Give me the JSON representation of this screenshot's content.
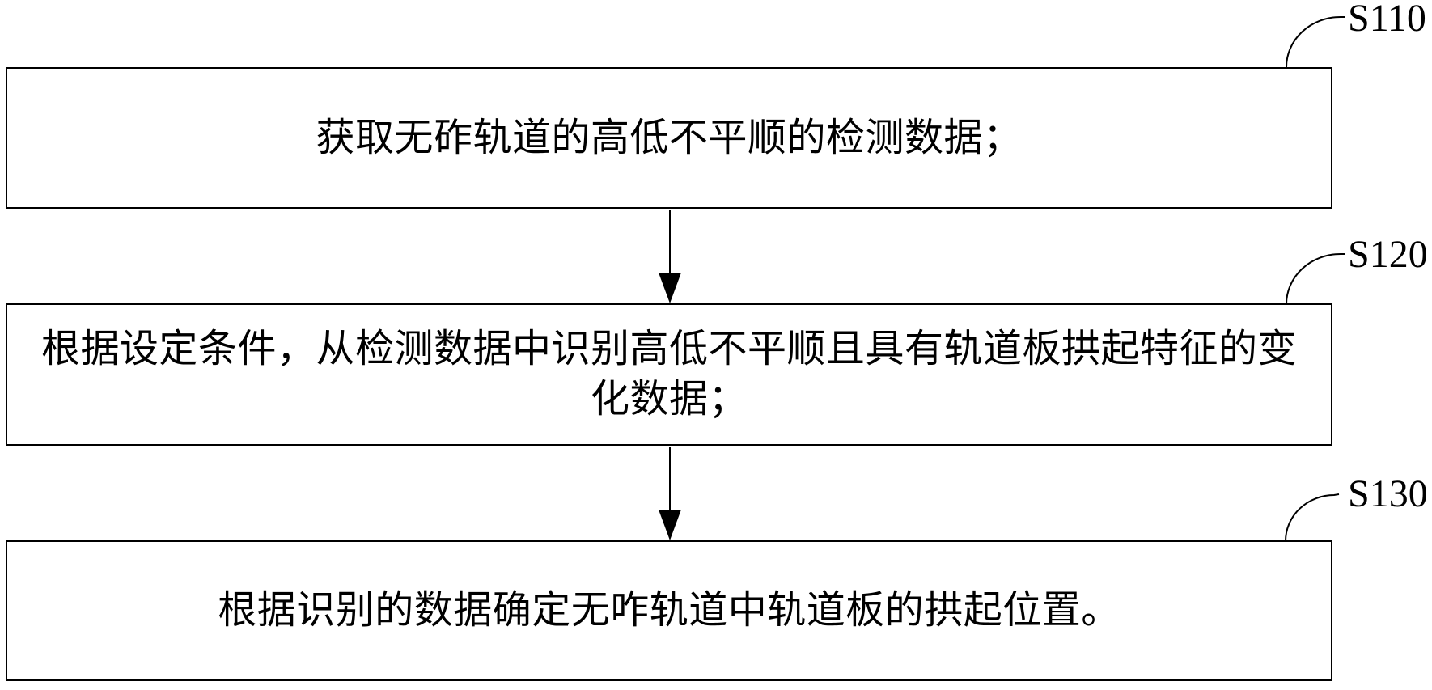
{
  "colors": {
    "background": "#ffffff",
    "line": "#000000",
    "text": "#000000"
  },
  "steps": [
    {
      "label": "S110",
      "line1": "获取无砟轨道的高低不平顺的检测数据；"
    },
    {
      "label": "S120",
      "line1": "根据设定条件，从检测数据中识别高低不平顺且具有轨道板拱起特征的变",
      "line2": "化数据；"
    },
    {
      "label": "S130",
      "line1": "根据识别的数据确定无咋轨道中轨道板的拱起位置。"
    }
  ]
}
